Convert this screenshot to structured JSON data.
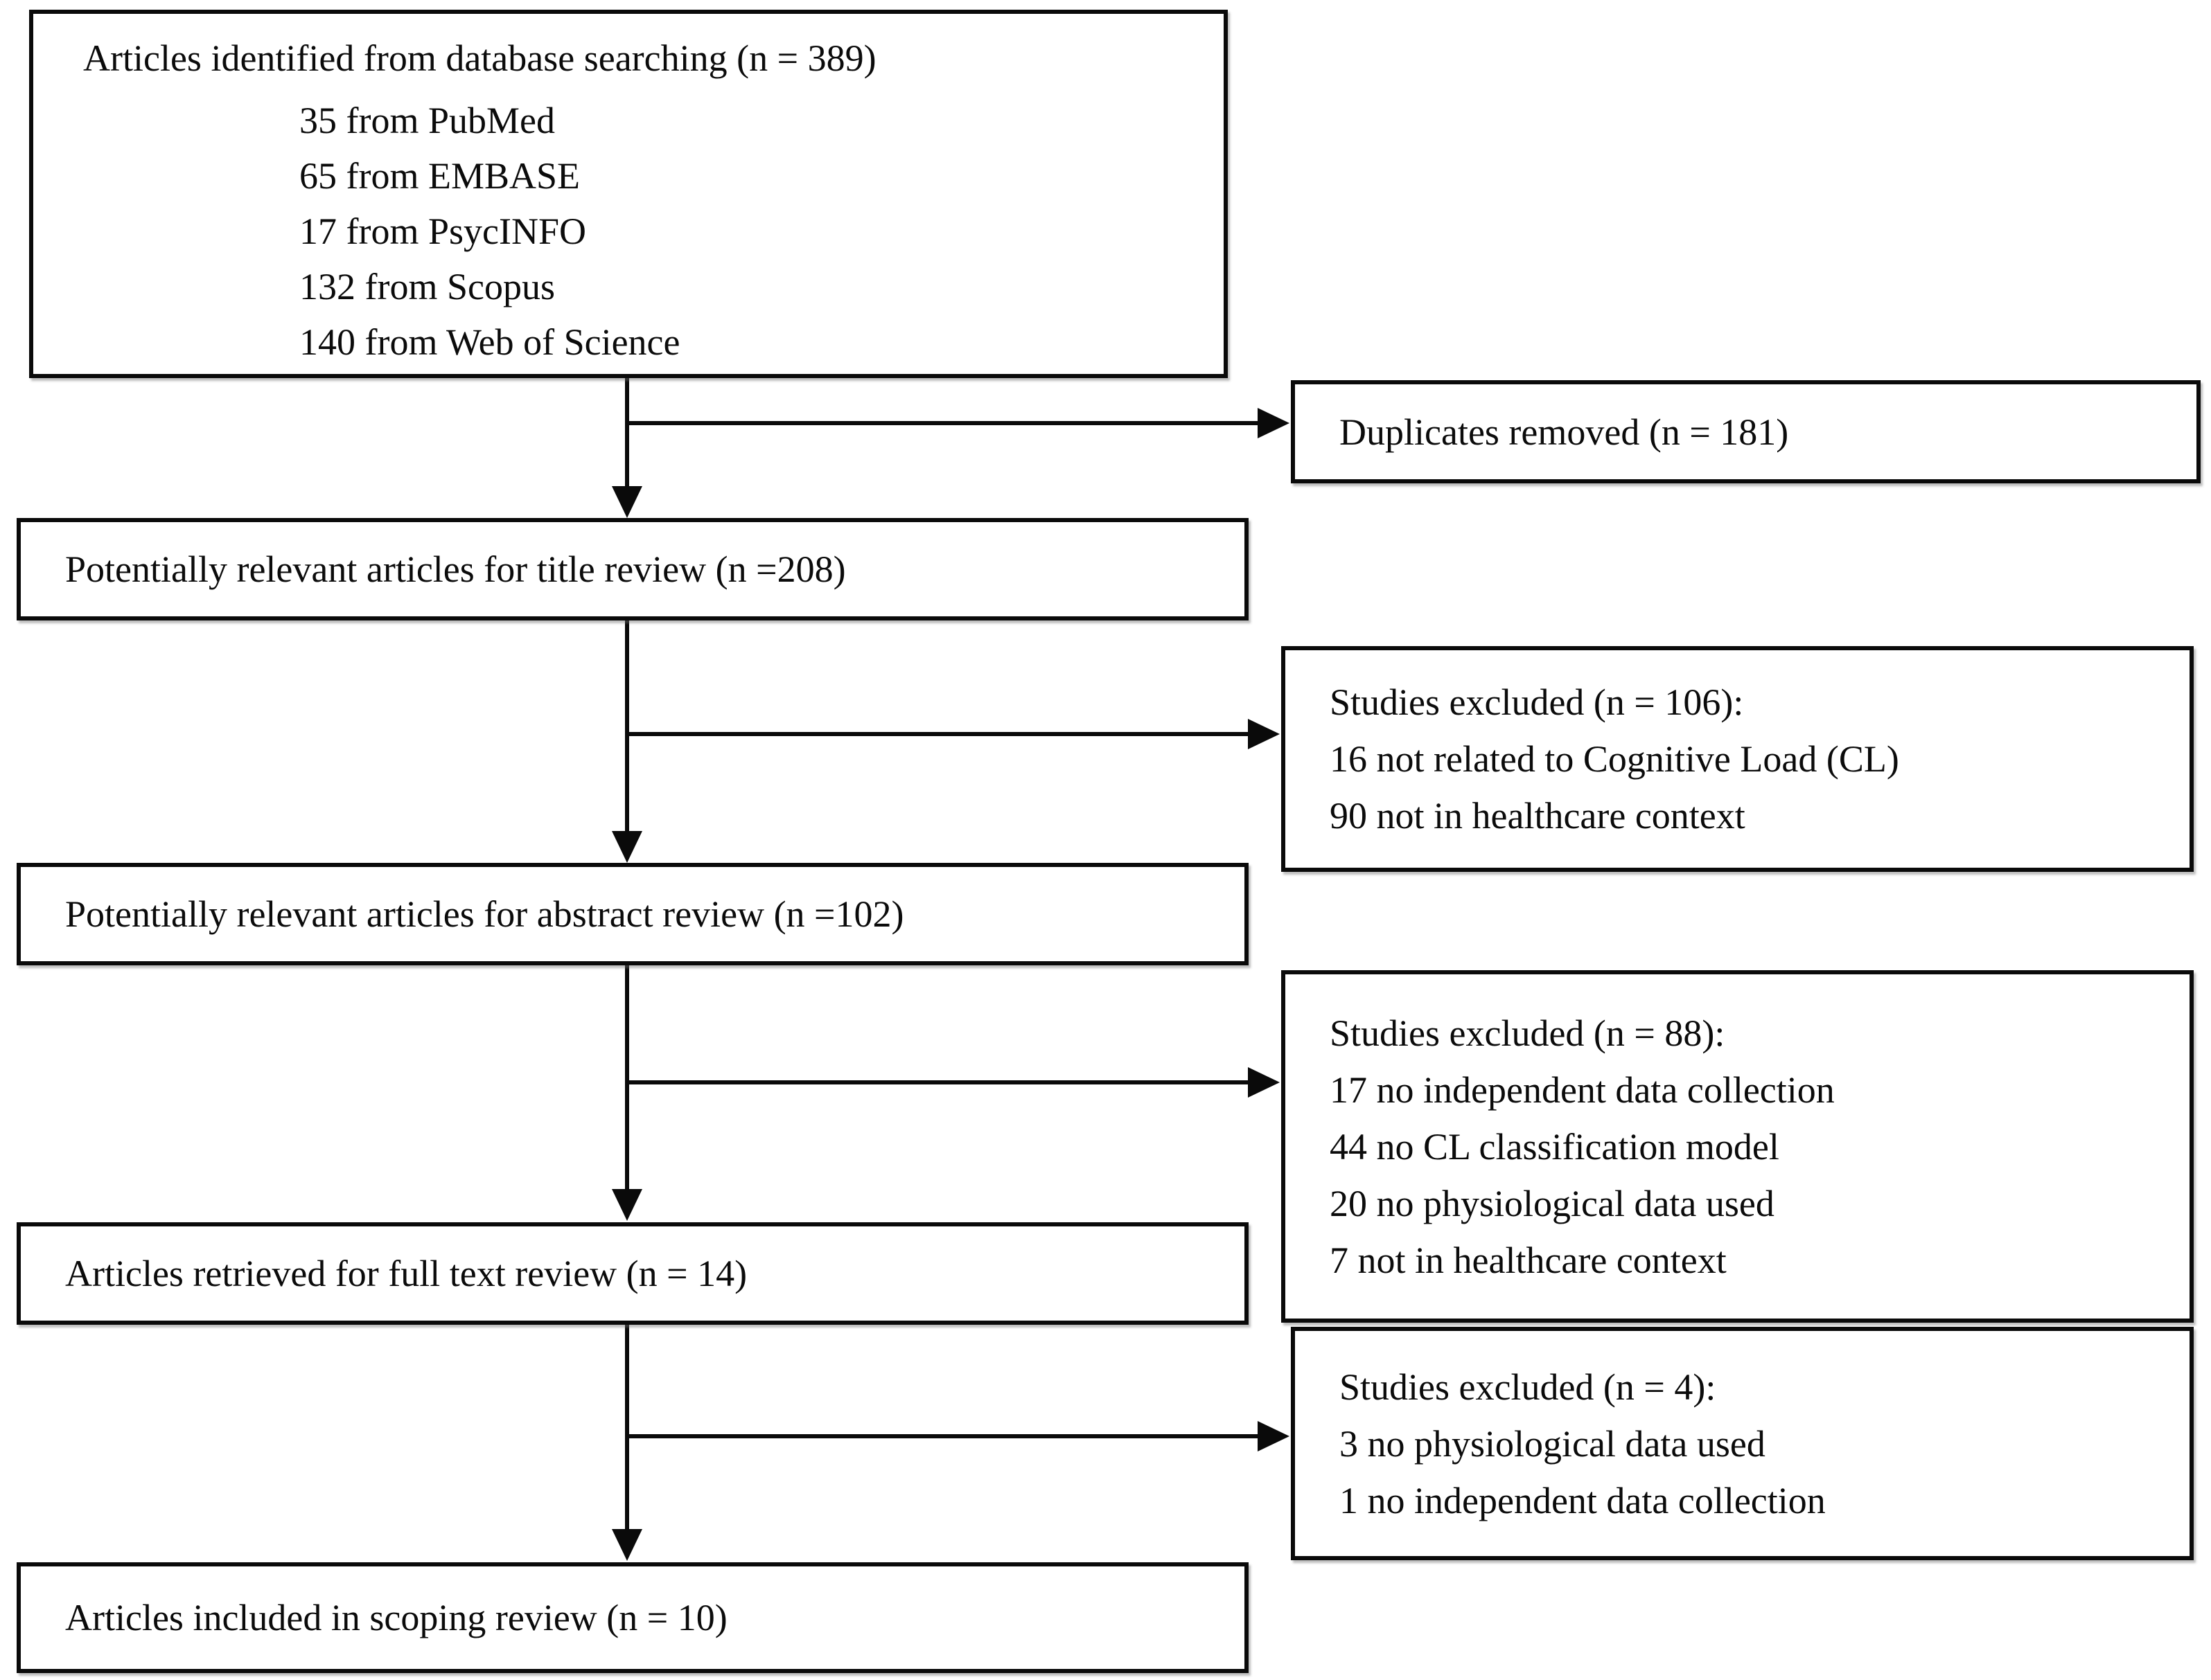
{
  "colors": {
    "background": "#ffffff",
    "box_fill": "#ffffff",
    "box_border": "#0a0a0a",
    "text": "#0b0b0b",
    "arrow": "#0a0a0a"
  },
  "boxes": {
    "identified": {
      "title": "Articles identified from database searching (n = 389)",
      "sources": [
        "35 from PubMed",
        "65 from EMBASE",
        "17 from PsycINFO",
        "132 from Scopus",
        "140 from Web of Science"
      ]
    },
    "duplicates": {
      "label": "Duplicates removed (n = 181)"
    },
    "title_review": {
      "label": "Potentially relevant articles for title review (n =208)"
    },
    "excluded_title": {
      "lines": [
        "Studies excluded (n = 106):",
        "16 not related to Cognitive Load (CL)",
        "90 not in healthcare context"
      ]
    },
    "abstract_review": {
      "label": "Potentially relevant articles for abstract review (n =102)"
    },
    "excluded_abstract": {
      "lines": [
        "Studies excluded (n = 88):",
        "17 no independent data collection",
        "44 no CL classification model",
        "20 no physiological data used",
        "7 not in healthcare context"
      ]
    },
    "full_text_review": {
      "label": "Articles retrieved for full text review (n = 14)"
    },
    "excluded_full_text": {
      "lines": [
        "Studies excluded (n = 4):",
        "3 no physiological data used",
        "1 no independent data collection"
      ]
    },
    "included": {
      "label": "Articles included in scoping review (n = 10)"
    }
  }
}
